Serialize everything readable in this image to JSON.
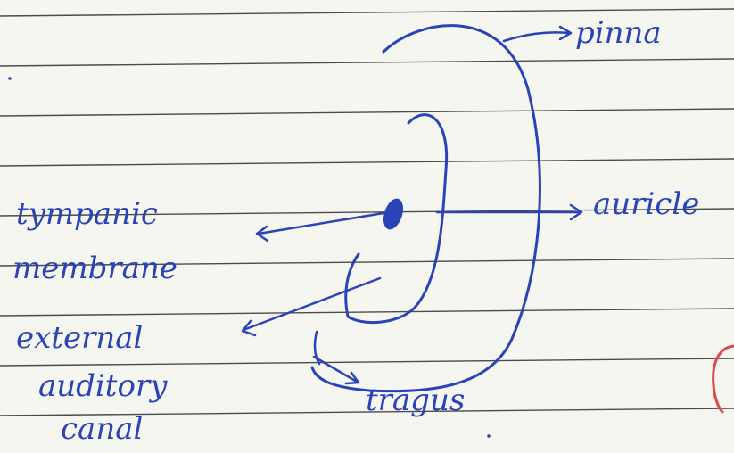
{
  "diagram": {
    "labels": {
      "pinna": "pinna",
      "auricle": "auricle",
      "tympanic_membrane_line1": "tympanic",
      "tympanic_membrane_line2": "membrane",
      "canal_line1": "external",
      "canal_line2": "auditory",
      "canal_line3": "canal",
      "tragus": "tragus"
    },
    "ink_color": "#2a43b8",
    "paper_color": "#f6f6f1",
    "rule_color": "#3a3a3a",
    "mark_color": "#e0474b"
  }
}
